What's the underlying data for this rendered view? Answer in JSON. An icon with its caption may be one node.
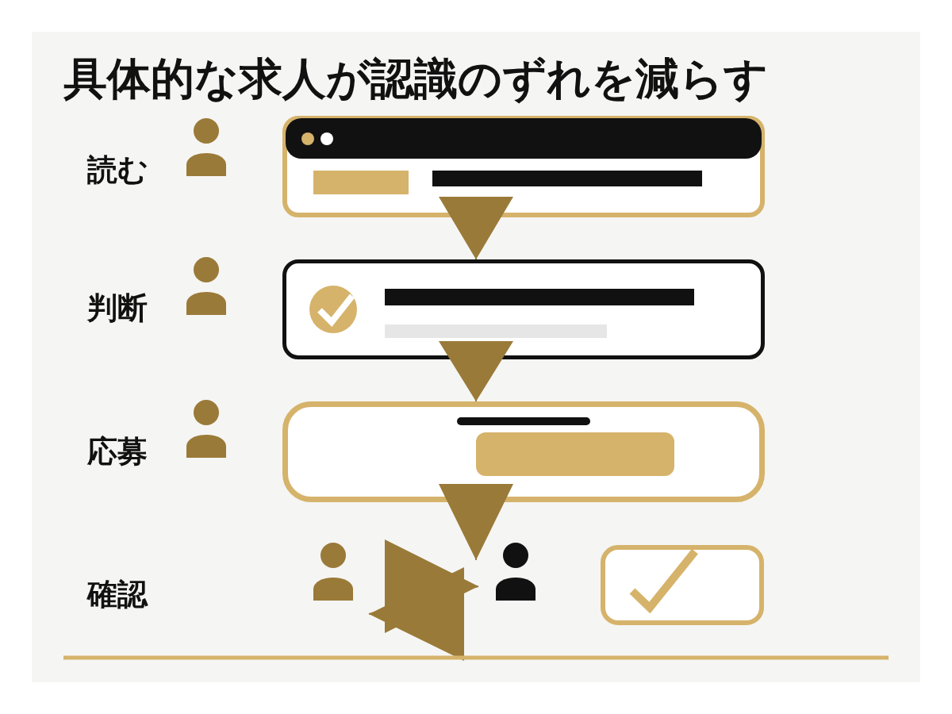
{
  "diagram": {
    "title": "具体的な求人が認識のずれを減らす",
    "nodes": [
      {
        "text": [],
        "shape": "person"
      },
      {
        "text": [],
        "shape": "box"
      },
      {
        "text": [],
        "shape": "person"
      },
      {
        "text": [],
        "shape": "box"
      },
      {
        "text": [],
        "shape": "person"
      },
      {
        "text": [],
        "shape": "box"
      },
      {
        "text": [],
        "shape": "person"
      },
      {
        "text": [],
        "shape": "person"
      },
      {
        "text": [],
        "shape": "box"
      }
    ],
    "edges": [
      {
        "from": 1,
        "to": 3,
        "arrow": "to"
      },
      {
        "from": 3,
        "to": 5,
        "arrow": "to"
      },
      {
        "from": 5,
        "to": 7,
        "arrow": "to"
      },
      {
        "from": 6,
        "to": 7,
        "arrow": "both"
      }
    ],
    "labels": [
      "読む",
      "判断",
      "応募",
      "確認"
    ]
  }
}
